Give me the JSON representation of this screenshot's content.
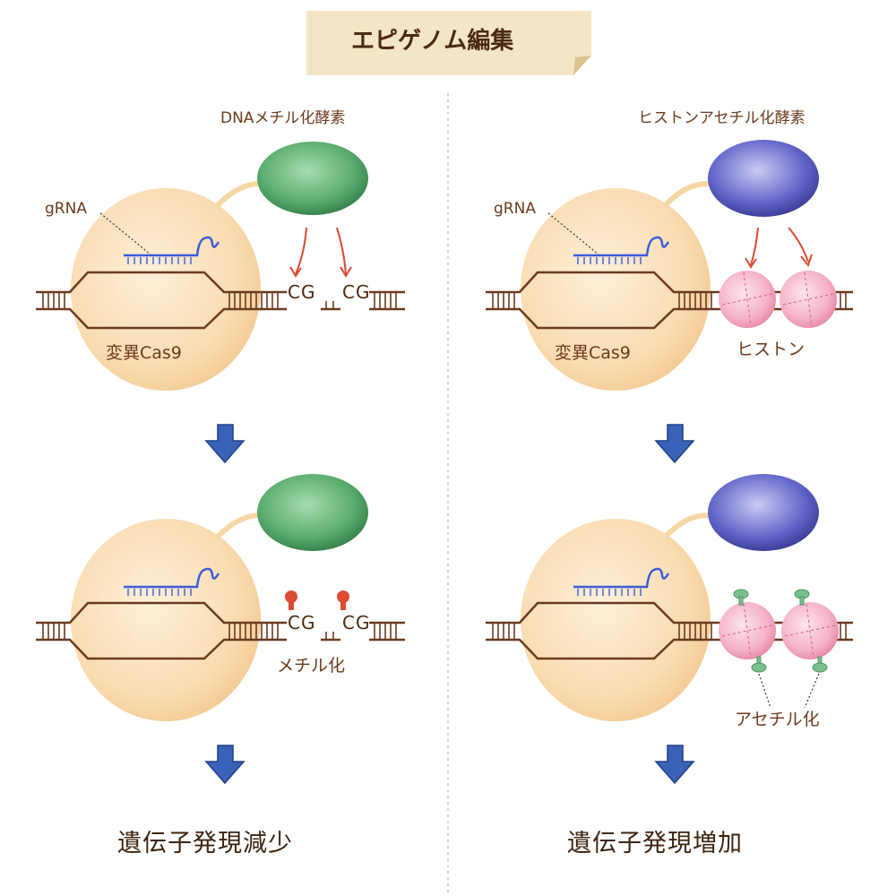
{
  "title": "エピゲノム編集",
  "left": {
    "enzyme_label": "DNAメチル化酵素",
    "grna_label": "gRNA",
    "cas_label": "変異Cas9",
    "cg_1": "CG",
    "cg_2": "CG",
    "cg_3": "CG",
    "cg_4": "CG",
    "modification_label": "メチル化",
    "result": "遺伝子発現減少"
  },
  "right": {
    "enzyme_label": "ヒストンアセチル化酵素",
    "grna_label": "gRNA",
    "cas_label": "変異Cas9",
    "histone_label": "ヒストン",
    "modification_label": "アセチル化",
    "result": "遺伝子発現増加"
  },
  "colors": {
    "cas9": "#f8d8a8",
    "dna": "#6b3a1f",
    "grna": "#3b5bdb",
    "methyltransferase": "#52a46a",
    "acetyltransferase": "#5a5cc4",
    "histone": "#f4b6cc",
    "methyl_mark": "#dd4b32",
    "acetyl_mark": "#7cbf8e",
    "arrow": "#3a62b8",
    "title_bg": "#f3e6c4"
  }
}
